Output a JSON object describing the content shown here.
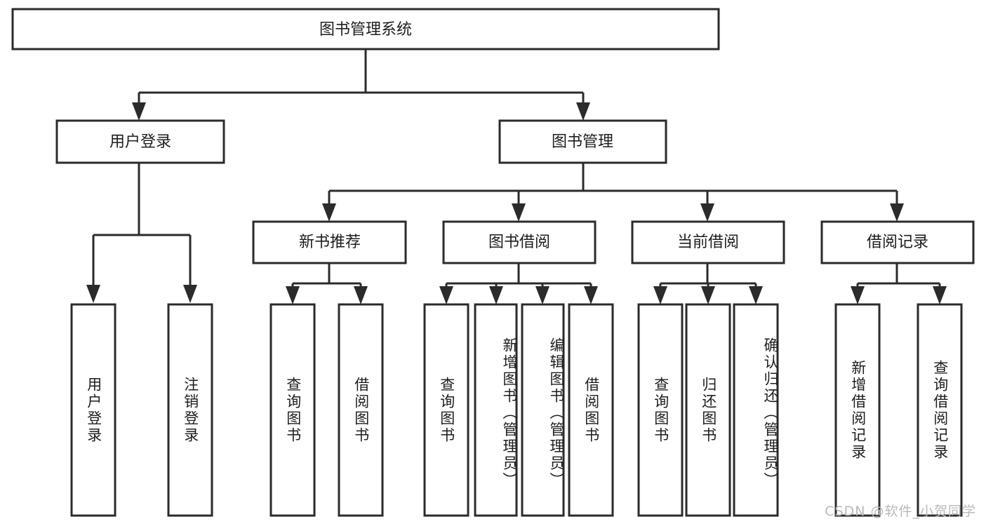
{
  "diagram": {
    "type": "tree-hierarchy",
    "title": "图书管理系统",
    "watermark": "CSDN @软件_小贺同学",
    "colors": {
      "stroke": "#2b2b2b",
      "fill": "#ffffff",
      "text": "#1d1d1d",
      "watermark": "#b9b9b9"
    },
    "root": {
      "label": "图书管理系统",
      "orientation": "horizontal"
    },
    "level1": [
      {
        "label": "用户登录",
        "orientation": "horizontal"
      },
      {
        "label": "图书管理",
        "orientation": "horizontal"
      }
    ],
    "level2": [
      {
        "label": "新书推荐",
        "orientation": "horizontal",
        "parent": "图书管理"
      },
      {
        "label": "图书借阅",
        "orientation": "horizontal",
        "parent": "图书管理"
      },
      {
        "label": "当前借阅",
        "orientation": "horizontal",
        "parent": "图书管理"
      },
      {
        "label": "借阅记录",
        "orientation": "horizontal",
        "parent": "图书管理"
      }
    ],
    "leaves": {
      "用户登录": [
        {
          "label": "用户登录",
          "orientation": "vertical"
        },
        {
          "label": "注销登录",
          "orientation": "vertical"
        }
      ],
      "新书推荐": [
        {
          "label": "查询图书",
          "orientation": "vertical"
        },
        {
          "label": "借阅图书",
          "orientation": "vertical"
        }
      ],
      "图书借阅": [
        {
          "label": "查询图书",
          "orientation": "vertical"
        },
        {
          "label": "新增图书（管理员）",
          "orientation": "vertical"
        },
        {
          "label": "编辑图书（管理员）",
          "orientation": "vertical"
        },
        {
          "label": "借阅图书",
          "orientation": "vertical"
        }
      ],
      "当前借阅": [
        {
          "label": "查询图书",
          "orientation": "vertical"
        },
        {
          "label": "归还图书",
          "orientation": "vertical"
        },
        {
          "label": "确认归还（管理员）",
          "orientation": "vertical"
        }
      ],
      "借阅记录": [
        {
          "label": "新增借阅记录",
          "orientation": "vertical"
        },
        {
          "label": "查询借阅记录",
          "orientation": "vertical"
        }
      ]
    }
  }
}
